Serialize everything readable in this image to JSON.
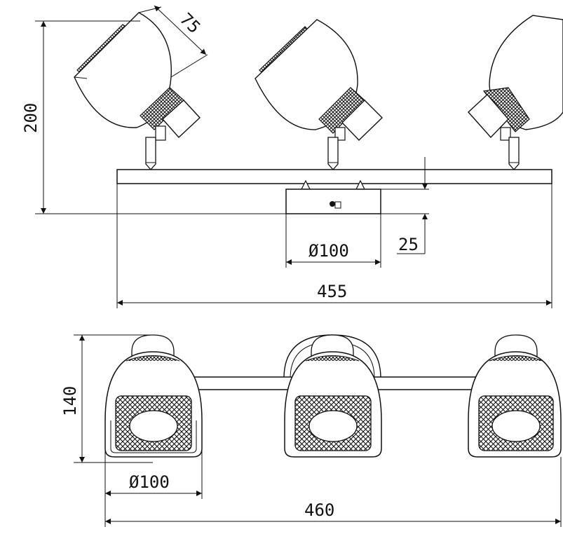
{
  "dimensions": {
    "head_depth": "75",
    "total_height": "200",
    "base_height": "25",
    "base_diameter_side": "Ø100",
    "bar_length": "455",
    "head_height_front": "140",
    "head_diameter_front": "Ø100",
    "total_width": "460"
  },
  "colors": {
    "line": "#111111",
    "background": "#ffffff"
  }
}
